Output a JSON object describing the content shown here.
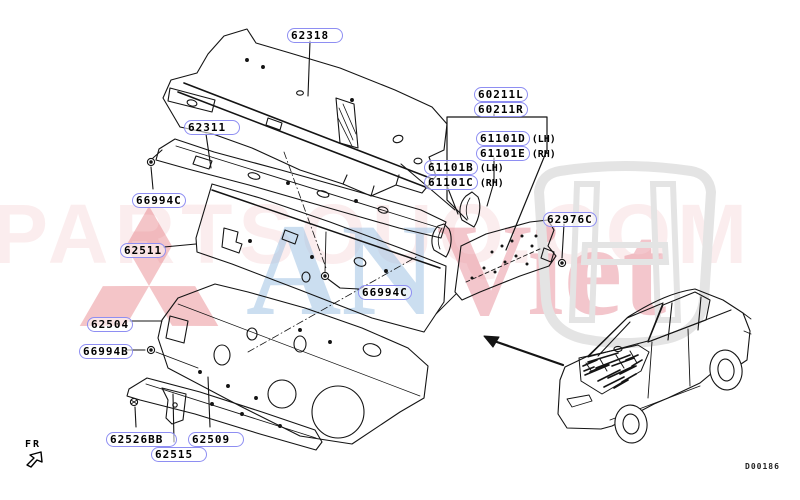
{
  "doc": {
    "drawing_number": "D00186",
    "fr_label": "FR"
  },
  "watermark": {
    "back_text": "PARTSOUQ.COM",
    "blue_text": "AN",
    "red_text": "Viet",
    "mitsubishi_red": "#dd5560",
    "honda_gray": "#e4e4e4"
  },
  "label_style": {
    "outline_color": "#8e8ef2",
    "text_color": "#000000"
  },
  "labels": [
    {
      "text": "62318"
    },
    {
      "text": "62311"
    },
    {
      "text": "66994C"
    },
    {
      "text": "62511"
    },
    {
      "text": "66994C"
    },
    {
      "text": "62504"
    },
    {
      "text": "66994B"
    },
    {
      "text": "62526BB"
    },
    {
      "text": "62515"
    },
    {
      "text": "62509"
    },
    {
      "text": "60211L"
    },
    {
      "text": "60211R"
    },
    {
      "text": "61101D",
      "suffix": "(LH)"
    },
    {
      "text": "61101E",
      "suffix": "(RH)"
    },
    {
      "text": "61101B",
      "suffix": "(LH)"
    },
    {
      "text": "61101C",
      "suffix": "(RH)"
    },
    {
      "text": "62976C"
    }
  ]
}
